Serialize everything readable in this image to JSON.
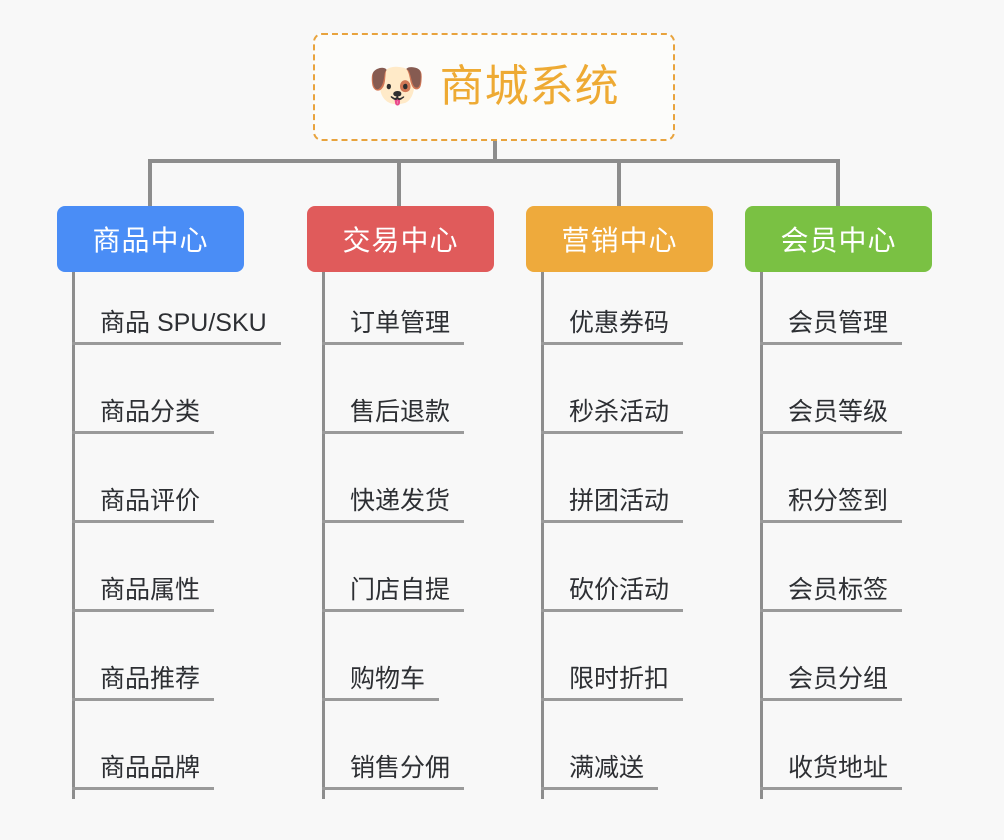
{
  "page": {
    "background_color": "#f8f8f8",
    "connector_color": "#8d8d8d",
    "leaf_rule_color": "#9a9a9a",
    "leaf_text_color": "#2d2f33"
  },
  "root": {
    "icon": "dog-face-emoji",
    "icon_glyph": "🐶",
    "title": "商城系统",
    "border_color": "#e8a33d",
    "title_color": "#eeaa33",
    "fill_color": "#fcfcfa"
  },
  "columns": [
    {
      "id": "product-center",
      "label": "商品中心",
      "color": "#4a8df6",
      "items": [
        "商品 SPU/SKU",
        "商品分类",
        "商品评价",
        "商品属性",
        "商品推荐",
        "商品品牌"
      ]
    },
    {
      "id": "trade-center",
      "label": "交易中心",
      "color": "#e05b5b",
      "items": [
        "订单管理",
        "售后退款",
        "快递发货",
        "门店自提",
        "购物车",
        "销售分佣"
      ]
    },
    {
      "id": "marketing-center",
      "label": "营销中心",
      "color": "#eeaa3c",
      "items": [
        "优惠券码",
        "秒杀活动",
        "拼团活动",
        "砍价活动",
        "限时折扣",
        "满减送"
      ]
    },
    {
      "id": "member-center",
      "label": "会员中心",
      "color": "#7ac143",
      "items": [
        "会员管理",
        "会员等级",
        "积分签到",
        "会员标签",
        "会员分组",
        "收货地址"
      ]
    }
  ]
}
